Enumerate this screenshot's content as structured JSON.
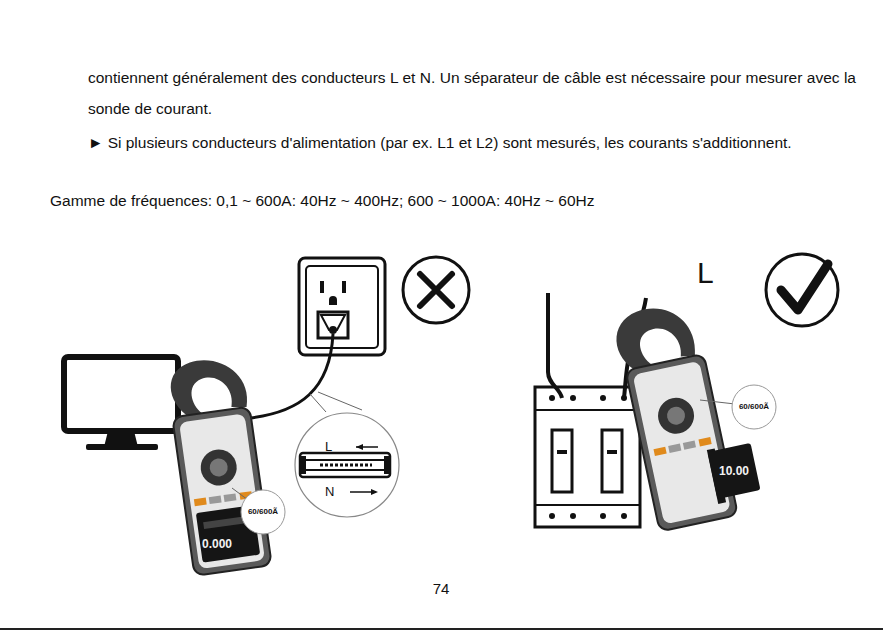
{
  "diagram": {
    "labels": [
      "contiennent généralement des conducteurs L et N. Un séparateur de câble est nécessaire pour mesurer avec la sonde de courant.",
      "► Si plusieurs conducteurs d'alimentation (par ex. L1 et L2) sont mesurés, les courants s'additionnent.",
      "Gamme de fréquences: 0,1 ~ 600A: 40Hz ~ 400Hz; 600 ~ 1000A: 40Hz ~ 60Hz",
      "L",
      "N",
      "60/600Ã",
      "0.000",
      "L",
      "60/600Ã",
      "10.00",
      "74"
    ]
  }
}
